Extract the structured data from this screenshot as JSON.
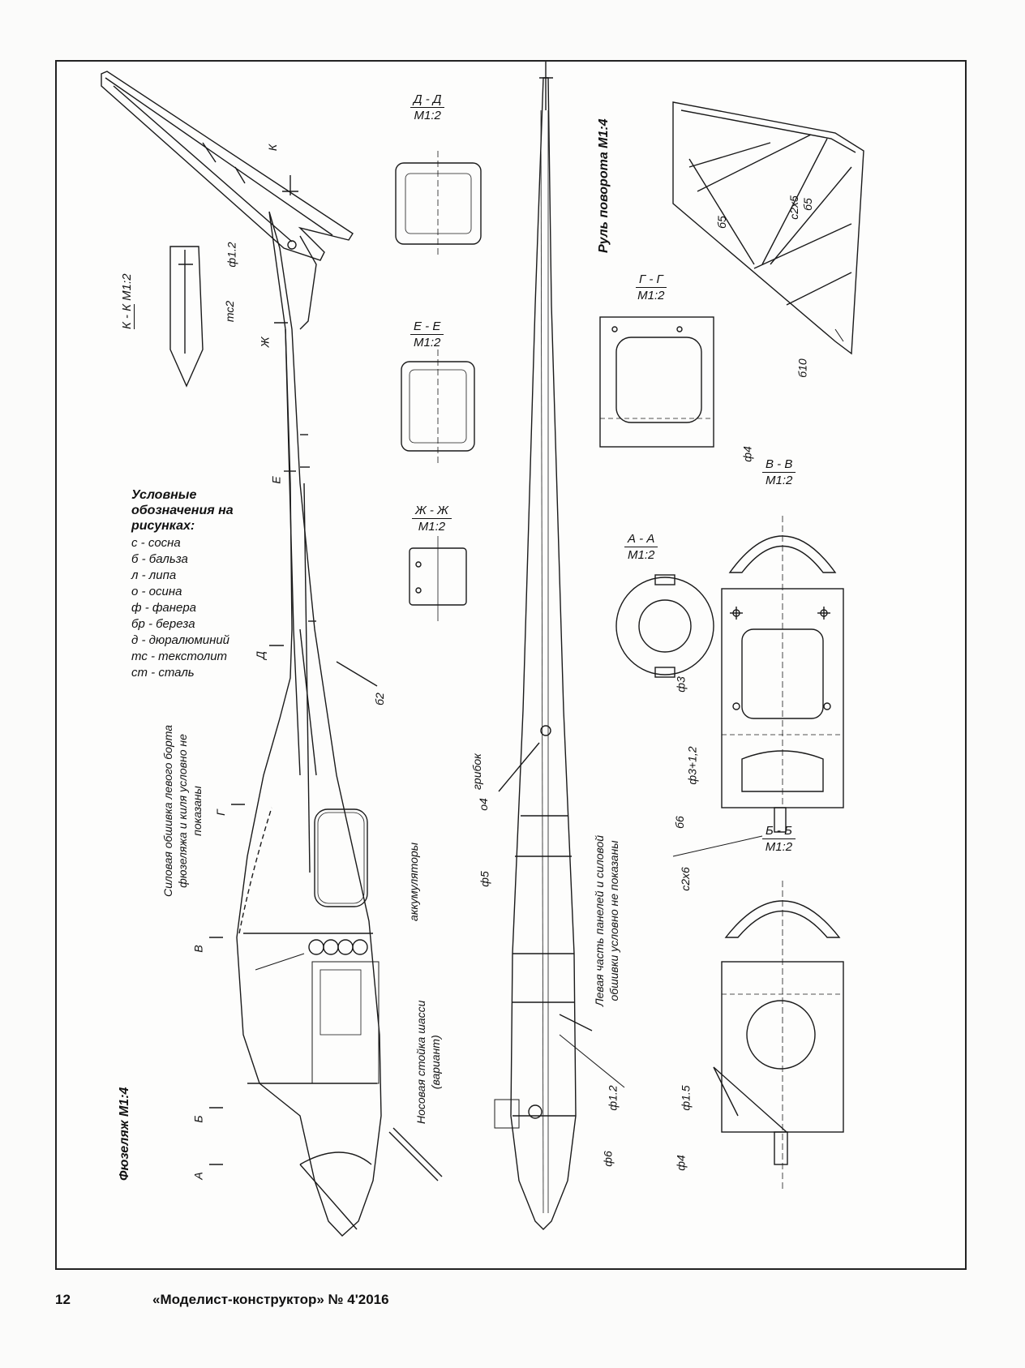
{
  "legend": {
    "title": "Условные обозначения на рисунках:",
    "items": [
      "с - сосна",
      "б - бальза",
      "л - липа",
      "о - осина",
      "ф - фанера",
      "бр - береза",
      "д - дюралюминий",
      "тс - текстолит",
      "ст - сталь"
    ]
  },
  "sections": {
    "dd": {
      "name": "Д - Д",
      "scale": "М1:2"
    },
    "ee": {
      "name": "Е - Е",
      "scale": "М1:2"
    },
    "zhzh": {
      "name": "Ж - Ж",
      "scale": "М1:2"
    },
    "gg": {
      "name": "Г - Г",
      "scale": "М1:2"
    },
    "vv": {
      "name": "В - В",
      "scale": "М1:2"
    },
    "aa": {
      "name": "А - А",
      "scale": "М1:2"
    },
    "bb": {
      "name": "Б - Б",
      "scale": "М1:2"
    },
    "kk": {
      "name": "К - К",
      "scale": "М1:2"
    }
  },
  "titles": {
    "rudder": "Руль поворота М1:4",
    "fuselage": "Фюзеляж М1:4"
  },
  "notes": {
    "skin_note_line1": "Силовая обшивка левого борта",
    "skin_note_line2": "фюзеляжа и киля условно не",
    "skin_note_line3": "показаны",
    "panel_note_line1": "Левая часть панелей и силовой",
    "panel_note_line2": "обшивки условно не показаны",
    "nose_gear_line1": "Носовая стойка шасси",
    "nose_gear_line2": "(вариант)",
    "batteries": "аккумуляторы",
    "mushroom": "грибок"
  },
  "cut_labels": {
    "k": "К",
    "zh": "Ж",
    "e": "Е",
    "d": "Д",
    "g": "Г",
    "v": "В",
    "b": "Б",
    "a": "А"
  },
  "material_labels": {
    "f12_top": "ф1.2",
    "ts2": "тс2",
    "b2": "б2",
    "o4": "о4",
    "f5": "ф5",
    "f12_low": "ф1.2",
    "f6": "ф6",
    "f4_gg": "ф4",
    "s2x5": "с2х5",
    "b5_a": "б5",
    "b5_b": "б5",
    "b10": "б10",
    "f3": "ф3",
    "f3p12": "ф3+1,2",
    "b6": "б6",
    "s2x6": "с2х6",
    "f15": "ф1.5",
    "f4_bb": "ф4"
  },
  "footer": {
    "page_number": "12",
    "magazine": "«Моделист-конструктор» № 4'2016"
  }
}
